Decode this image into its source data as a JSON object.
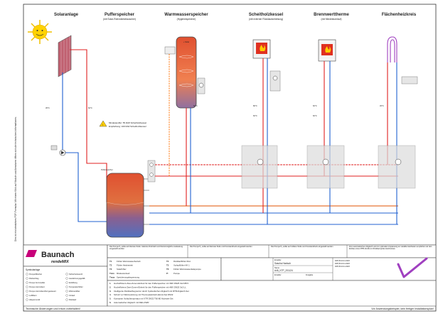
{
  "columns": {
    "solar": {
      "title": "Solaranlage",
      "sub": ""
    },
    "buffer": {
      "title": "Pufferspeicher",
      "sub": "(mit Solar-Rohrwärmetauscher)"
    },
    "hotwater": {
      "title": "Warmwasserspeicher",
      "sub": "(Hygienespeicher)"
    },
    "woodboiler": {
      "title": "Scheitholzkessel",
      "sub": "(mit externer Rücklaufanhebung)"
    },
    "condensing": {
      "title": "Brennwerttherme",
      "sub": "(mit Mindestumlauf)"
    },
    "floorheating": {
      "title": "Flächenheizkreis",
      "sub": ""
    }
  },
  "note": {
    "line1": "Mindestpuffer: 55 l/kW Scheitholzkessel",
    "line2": "Empfehlung: 100 l/kW Scheitholzkessel"
  },
  "temps": {
    "t1": "35°C",
    "t2": "60°C",
    "t3": "60°C",
    "t4": "60°C",
    "t5": "60°C",
    "t6": "45°C",
    "t7": "80°C",
    "t8": "60°C"
  },
  "tank_labels": {
    "hotwater": "+ Solar",
    "buffer": "Pufferspeicher"
  },
  "logo": {
    "brand": "Baunach",
    "sub": "rendeMIX"
  },
  "legend_title": "Symbolanlage",
  "legend_items": [
    "Pumpe/Mischer",
    "Rückschlag",
    "Pumpe Fernmeldet",
    "Pumpe intermittent",
    "Pumpe intermittent/ferngesteuert",
    "Luftfiltern",
    "Absperrventil",
    "Sicherheitsventil",
    "Ausdehnungsgefäß",
    "Entlüftung",
    "Temperaturfühler",
    "Wärmezähler",
    "Vorlauf",
    "Rücklauf"
  ],
  "pump_notes": {
    "n1": "Die Pumpe P₁ sollte auf kleinste Stufe / kleinste Drehzahl und Kleinstmögliche Auslastung eingestellt werden",
    "n2": "Die Pumpe P₂ sollte auf kleinste Stufe und Konstantdruck eingestellt werden",
    "n3": "Die Pumpe P₃ sollte auf mittlere Stufe und Konstantdruck eingestellt werden",
    "n4": "Zum automatischen Abgleich und zur optimalen Anpassung an variable Heizlasten empfehlen wir den Einbau eines RTB-Ventils im Rücklauf jedes Heizkreises"
  },
  "sensors": [
    "Fühler Warmwasserbetrieb",
    "Fühler Heizbetrieb",
    "Solarfühler",
    "Mindestumlauf",
    "Speicherungsbegrenzung",
    "Rücklauffühler RLA",
    "Vorlauffühler HK 1",
    "Fühler Warmwasserladepumpe",
    "Pumpe"
  ],
  "sensor_codes": [
    "T1",
    "T2",
    "T3",
    "Tmin",
    "Tmax",
    "T4",
    "T5",
    "T6",
    "P:"
  ],
  "products": [
    "Hocheffizienz-Zwei-Zonen-Einheit für den Pufferspeicher mit rMIX DN25 3x2 RB 5",
    "Hocheffizienz-Zwei-Zonen-Einheit für den Pufferspeicher mit rMIX DN25 3x2 LL",
    "Intelligente Rücklaufbegrenzer durch hydraulischen Abgleich mit RTB Abgleich-Set",
    "Schutz vor Wärmestörung mit Thermoelektrisch-Einzel-Set DN32",
    "Konstante Vorlauftemperatur mit VTR DN32 T60-80 Holzwert-Set",
    "Automatischer Abgleich mit REG-FWR"
  ],
  "title_block": {
    "creator_label": "Ersteller",
    "creator": "Sascha Hanisch",
    "name_label": "Name",
    "drawing_no": "A46_KTP_201124",
    "checked_label": "Ersteller",
    "approved_label": "Freigabe",
    "dates": [
      "DATUM  24.11.2020",
      "DATUM  24.11.2020",
      "DATUM  24.11.2020"
    ]
  },
  "footer": {
    "left": "Technische Änderungen und Irrtum vorbehalten!",
    "right": "Vor Anwendungsbeispiel, kein fertiger Installationsplan!"
  },
  "side_text": "Dies ist ein interaktives PDF-Formular. Mit einem Klick auf Module und Armaturen öffnen sich die technischen Informationen.",
  "colors": {
    "supply": "#e02020",
    "return": "#2060d0",
    "hot": "#ff8020",
    "violet": "#a040c0",
    "brand": "#c8007a"
  }
}
